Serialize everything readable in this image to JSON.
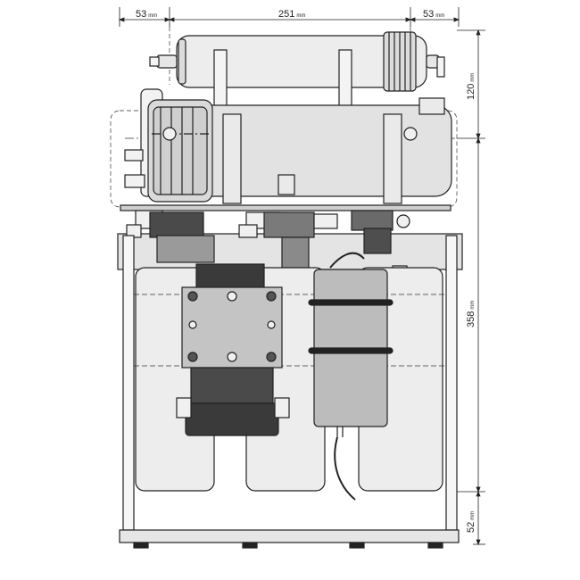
{
  "dimensions": {
    "left_width": {
      "value": "53",
      "unit": "mm"
    },
    "center_width": {
      "value": "251",
      "unit": "mm"
    },
    "right_width": {
      "value": "53",
      "unit": "mm"
    },
    "top_height": {
      "value": "120",
      "unit": "mm"
    },
    "middle_height": {
      "value": "358",
      "unit": "mm"
    },
    "bottom_height": {
      "value": "52",
      "unit": "mm"
    }
  },
  "colors": {
    "line": "#222222",
    "fill_light": "#ededed",
    "fill_mid": "#d6d6d6",
    "fill_dark": "#4a4a4a",
    "fill_darker": "#3a3a3a",
    "dash": "#333333"
  }
}
